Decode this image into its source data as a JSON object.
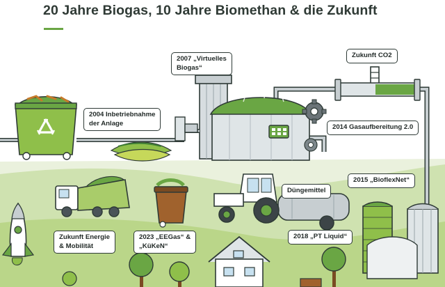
{
  "title": "20 Jahre Biogas, 10 Jahre Biomethan & die Zukunft",
  "colors": {
    "accent": "#6aa644",
    "outline": "#2e3a36",
    "grass": "#a9cc6a",
    "field": "#eaf1dd",
    "steel": "#c7ced1",
    "dark_green": "#3e7d35"
  },
  "labels": {
    "virtuelles_biogas": {
      "line1": "2007 „Virtuelles",
      "line2": "Biogas“"
    },
    "zukunft_co2": {
      "text": "Zukunft CO2"
    },
    "inbetriebnahme": {
      "line1": "2004 Inbetriebnahme",
      "line2": "der Anlage"
    },
    "gasaufbereitung": {
      "text": "2014 Gasaufbereitung 2.0"
    },
    "bioflexnet": {
      "text": "2015 „BioflexNet“"
    },
    "duengemittel": {
      "text": "Düngemittel"
    },
    "zukunft_energie": {
      "line1": "Zukunft Energie",
      "line2": "& Mobilität"
    },
    "eegas": {
      "line1": "2023 „EEGas“ &",
      "line2": "„KüKeN“"
    },
    "pt_liquid": {
      "text": "2018 „PT Liquid“"
    }
  },
  "icons": [
    "recycle-icon",
    "gear-icon",
    "rocket-icon",
    "house-icon",
    "tree-icon",
    "truck-icon",
    "tractor-icon"
  ]
}
